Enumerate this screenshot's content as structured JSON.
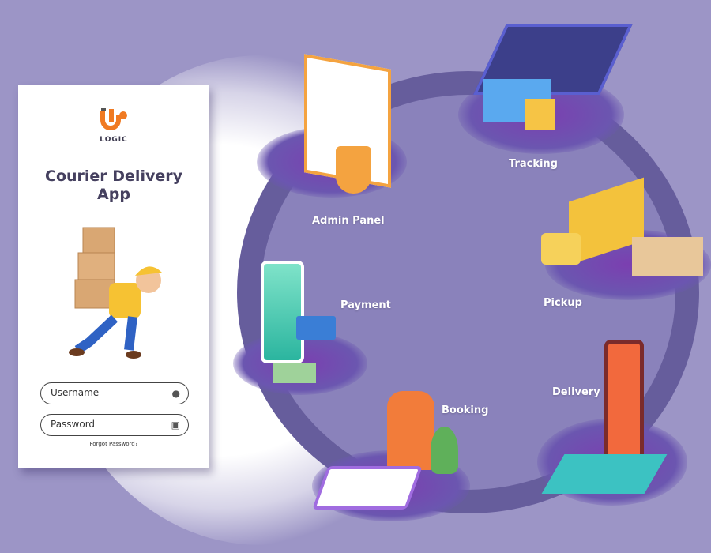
{
  "app": {
    "logo_text": "LOGIC",
    "title_line1": "Courier Delivery",
    "title_line2": "App",
    "username_placeholder": "Username",
    "password_placeholder": "Password",
    "forgot_password": "Forgot Password?"
  },
  "stages": {
    "admin_panel": "Admin Panel",
    "tracking": "Tracking",
    "pickup": "Pickup",
    "payment": "Payment",
    "delivery": "Delivery",
    "booking": "Booking"
  },
  "colors": {
    "background": "#9c95c6",
    "ring": "#665d9c",
    "brand": "#f07a22",
    "title": "#45405f"
  }
}
